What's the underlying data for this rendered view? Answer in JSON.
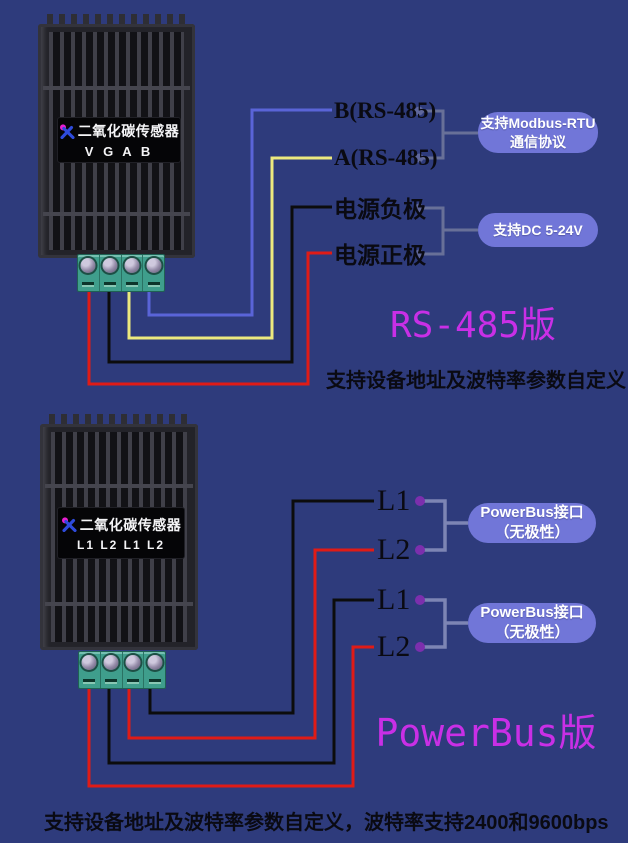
{
  "colors": {
    "background": "#2e3b7c",
    "callout_bg": "#7176d8",
    "version_text": "#c92fe6",
    "bracket_top": "#687098",
    "bracket_bottom": "#7d85b4",
    "dot_top": "#5f679c",
    "dot_bottom": "#7c2fad",
    "wire_blue": "#5a64d8",
    "wire_yellow": "#ece97e",
    "wire_black": "#0c0c0c",
    "wire_red": "#e01b16",
    "logo_magenta": "#e81fd0",
    "logo_blue": "#2e4bdc"
  },
  "rs485_section": {
    "device": {
      "brand": "二氧化碳传感器",
      "ports": "V G A B"
    },
    "wire_labels": [
      "B(RS-485)",
      "A(RS-485)",
      "电源负极",
      "电源正极"
    ],
    "callout_modbus": {
      "line1": "支持Modbus-RTU",
      "line2": "通信协议"
    },
    "callout_dc": {
      "line1": "支持DC 5-24V"
    },
    "version": "RS-485版",
    "caption": "支持设备地址及波特率参数自定义"
  },
  "powerbus_section": {
    "device": {
      "brand": "二氧化碳传感器",
      "ports": "L1 L2 L1 L2"
    },
    "wire_labels": [
      "L1",
      "L2",
      "L1",
      "L2"
    ],
    "callout1": {
      "line1": "PowerBus接口",
      "line2": "（无极性）"
    },
    "callout2": {
      "line1": "PowerBus接口",
      "line2": "（无极性）"
    },
    "version": "PowerBus版",
    "caption": "支持设备地址及波特率参数自定义，波特率支持2400和9600bps"
  }
}
